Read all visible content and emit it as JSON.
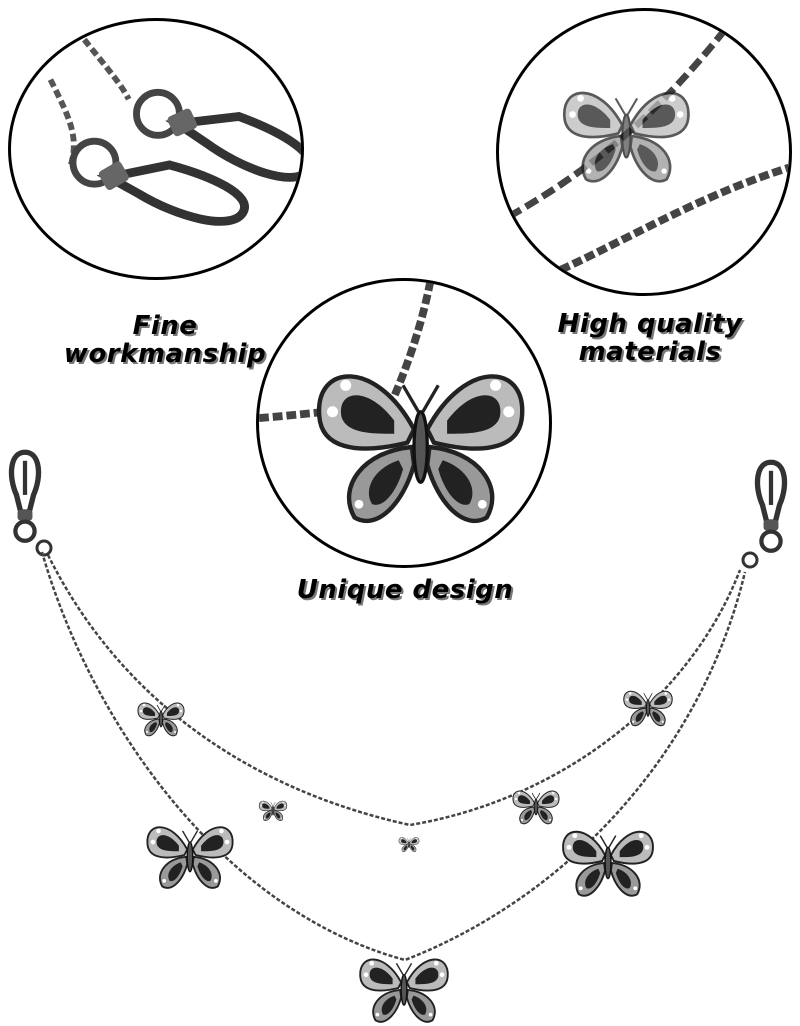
{
  "captions": {
    "fine_line1": "Fine",
    "fine_line2": "workmanship",
    "quality_line1": "High quality",
    "quality_line2": "materials",
    "unique": "Unique design"
  },
  "colors": {
    "metal": "#3a3a3a",
    "metal_light": "#9a9a9a",
    "caption_shadow": "#777777"
  }
}
